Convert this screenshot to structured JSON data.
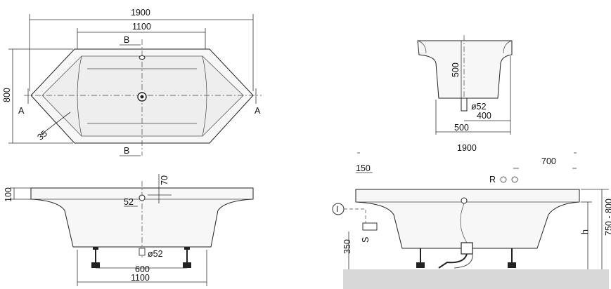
{
  "top_view": {
    "width_total": "1900",
    "width_inner": "1100",
    "depth": "800",
    "angle_label": "35",
    "section_a": "A",
    "section_b": "B"
  },
  "front_view": {
    "rim_height": "100",
    "drain_offset": "70",
    "drain_diameter": "52",
    "feet_diameter": "ø52",
    "feet_spacing": "600",
    "base_length": "1100"
  },
  "section_view": {
    "depth": "500",
    "outlet_diameter": "ø52",
    "outlet_offset": "400",
    "width": "500"
  },
  "installation_view": {
    "length": "1900",
    "edge_offset": "150",
    "drain_offset": "700",
    "label_r": "R",
    "label_s": "S",
    "floor_height": "350",
    "h_label": "h",
    "height_range": "750 - 800",
    "info_symbol": "I"
  }
}
